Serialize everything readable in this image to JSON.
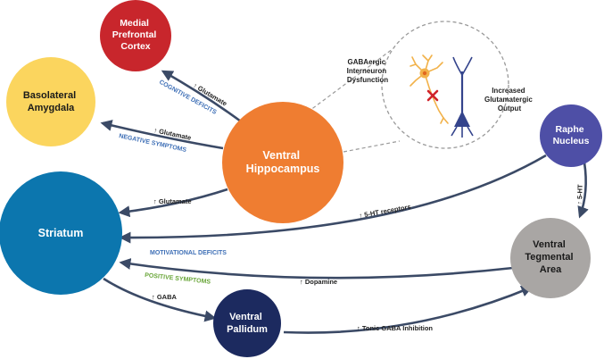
{
  "nodes": {
    "mpfc": {
      "label": [
        "Medial",
        "Prefrontal",
        "Cortex"
      ],
      "color": "#c8262c"
    },
    "bla": {
      "label": [
        "Basolateral",
        "Amygdala"
      ],
      "color": "#fbd55e"
    },
    "vh": {
      "label": [
        "Ventral",
        "Hippocampus"
      ],
      "color": "#ef7d31"
    },
    "striatum": {
      "label": [
        "Striatum"
      ],
      "color": "#0c76ae"
    },
    "raphe": {
      "label": [
        "Raphe",
        "Nucleus"
      ],
      "color": "#4e4fa6"
    },
    "vta": {
      "label": [
        "Ventral",
        "Tegmental",
        "Area"
      ],
      "color": "#a9a6a4"
    },
    "vp": {
      "label": [
        "Ventral",
        "Pallidum"
      ],
      "color": "#1c2a5f"
    }
  },
  "edges": {
    "vh_mpfc": "↑ Glutamate",
    "vh_bla": "↑ Glutamate",
    "vh_striatum": "↑ Glutamate",
    "raphe_striatum": "↑ 5-HT receptors",
    "raphe_vta": "↑ 5-HT",
    "vta_striatum": "↑ Dopamine",
    "striatum_vp": "↑ GABA",
    "vp_vta": "↑ Tonic GABA Inhibition"
  },
  "categories": {
    "cognitive": {
      "label": "COGNITIVE DEFICITS",
      "color": "#3e6fb6"
    },
    "negative": {
      "label": "NEGATIVE SYMPTOMS",
      "color": "#3e6fb6"
    },
    "motivational": {
      "label": "MOTIVATIONAL DEFICITS",
      "color": "#3e6fb6"
    },
    "positive": {
      "label": "POSITIVE SYMPTOMS",
      "color": "#6aa63a"
    }
  },
  "inset": {
    "left_label": [
      "GABAergic",
      "Interneuron",
      "Dysfunction"
    ],
    "right_label": [
      "Increased",
      "Glutamatergic",
      "Output"
    ]
  },
  "colors": {
    "arrow": "#3b4a66"
  }
}
